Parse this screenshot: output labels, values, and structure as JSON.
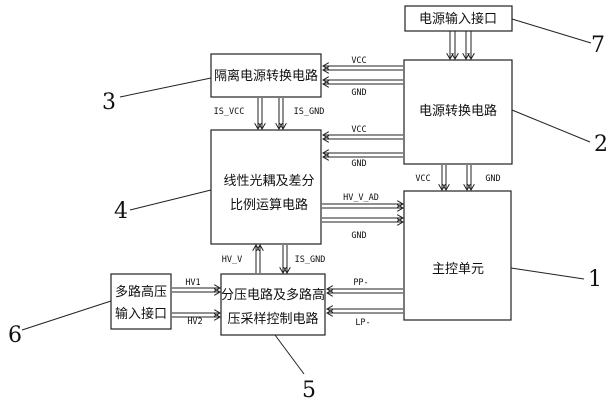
{
  "blocks": {
    "power_input": "电源输入接口",
    "isolated_power": "隔离电源转换电路",
    "power_conversion": "电源转换电路",
    "optocoupler_line1": "线性光耦及差分",
    "optocoupler_line2": "比例运算电路",
    "main_control": "主控单元",
    "hv_input_line1": "多路高压",
    "hv_input_line2": "输入接口",
    "divider_line1": "分压电路及多路高",
    "divider_line2": "压采样控制电路"
  },
  "signals": {
    "vcc_top": "VCC",
    "gnd_top": "GND",
    "vcc_mid": "VCC",
    "gnd_mid": "GND",
    "is_vcc": "IS_VCC",
    "is_gnd": "IS_GND",
    "vcc_main": "VCC",
    "gnd_main": "GND",
    "hv_v_ad": "HV_V_AD",
    "gnd_opto_main": "GND",
    "hv_v": "HV_V",
    "is_gnd_lower": "IS_GND",
    "pp": "PP-",
    "lp": "LP-",
    "hv1": "HV1",
    "hv2": "HV2"
  },
  "callouts": [
    "1",
    "2",
    "3",
    "4",
    "5",
    "6",
    "7"
  ]
}
